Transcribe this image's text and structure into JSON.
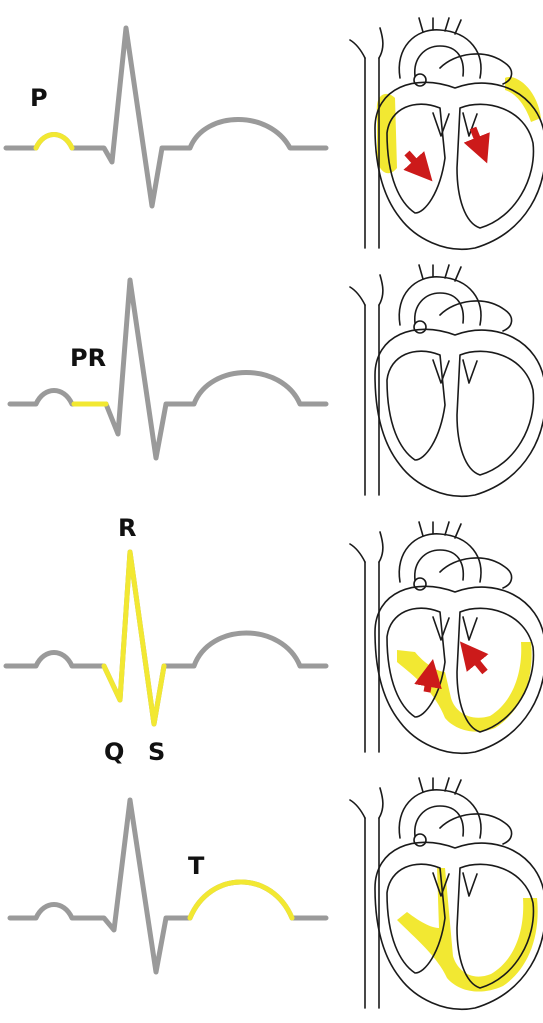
{
  "colors": {
    "ecg_base": "#9a9a9a",
    "highlight": "#f2e832",
    "heart_line": "#1a1a1a",
    "arrow": "#cc1a1a"
  },
  "panels": [
    {
      "id": "p-wave",
      "segment": "P",
      "labels": [
        {
          "key": "P",
          "text": "P"
        }
      ],
      "heart_state": "atrial-depolarization"
    },
    {
      "id": "pr-segment",
      "segment": "PR",
      "labels": [
        {
          "key": "PR",
          "text": "PR"
        }
      ],
      "heart_state": "av-delay"
    },
    {
      "id": "qrs-complex",
      "segment": "QRS",
      "labels": [
        {
          "key": "R",
          "text": "R"
        },
        {
          "key": "Q",
          "text": "Q"
        },
        {
          "key": "S",
          "text": "S"
        }
      ],
      "heart_state": "ventricular-depolarization"
    },
    {
      "id": "t-wave",
      "segment": "T",
      "labels": [
        {
          "key": "T",
          "text": "T"
        }
      ],
      "heart_state": "ventricular-repolarization"
    }
  ]
}
